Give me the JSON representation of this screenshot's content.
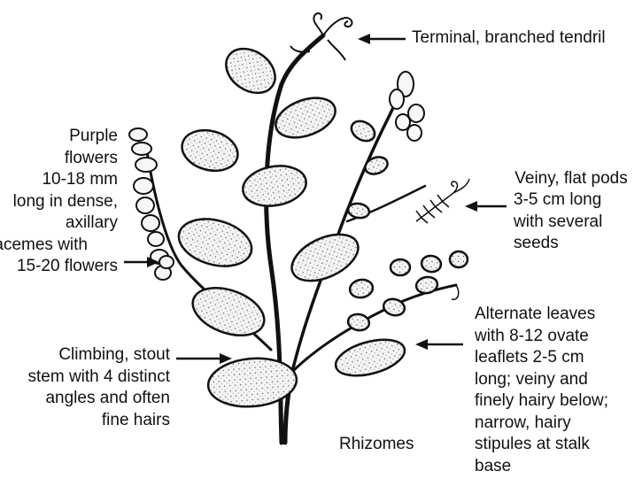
{
  "callouts": {
    "tendril": [
      "Terminal, branched tendril"
    ],
    "flowers": [
      "Purple",
      "flowers",
      "10-18 mm",
      "long in dense,",
      "axillary",
      "racemes with",
      "15-20 flowers"
    ],
    "pods": [
      "Veiny, flat pods",
      "3-5 cm long",
      "with several",
      "seeds"
    ],
    "stem": [
      "Climbing, stout",
      "stem with 4 distinct",
      "angles and often",
      "fine hairs"
    ],
    "leaves": [
      "Alternate leaves",
      "with 8-12 ovate",
      "leaflets 2-5 cm",
      "long; veiny and",
      "finely hairy below;",
      "narrow, hairy",
      "stipules at stalk",
      "base"
    ],
    "rhizomes": [
      "Rhizomes"
    ]
  },
  "colors": {
    "ink": "#111111",
    "leaf_fill": "#f2f2f2",
    "background": "#ffffff"
  }
}
